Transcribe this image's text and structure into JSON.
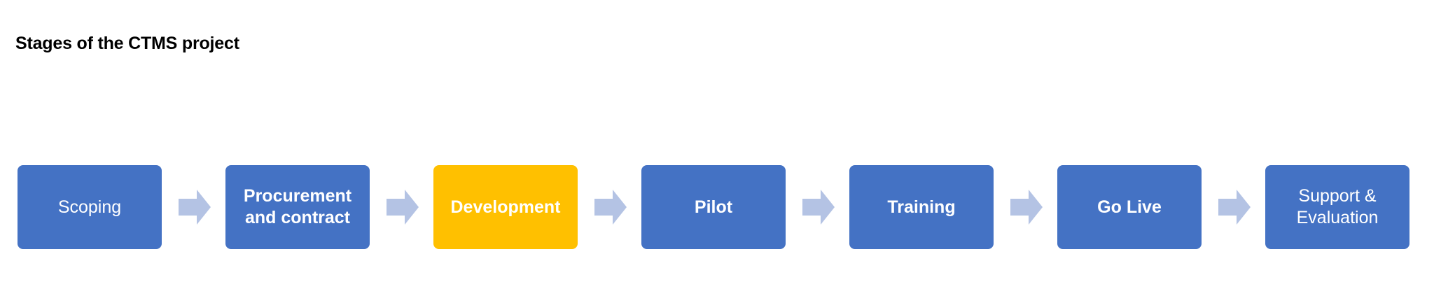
{
  "title": "Stages of the CTMS project",
  "colors": {
    "stage_default": "#4472C4",
    "stage_highlight": "#FFC000",
    "arrow": "#B4C3E4",
    "text": "#FFFFFF"
  },
  "stages": [
    {
      "label": "Scoping",
      "highlight": false,
      "bold": false
    },
    {
      "label": "Procurement\nand contract",
      "highlight": false,
      "bold": true
    },
    {
      "label": "Development",
      "highlight": true,
      "bold": true
    },
    {
      "label": "Pilot",
      "highlight": false,
      "bold": true
    },
    {
      "label": "Training",
      "highlight": false,
      "bold": true
    },
    {
      "label": "Go Live",
      "highlight": false,
      "bold": true
    },
    {
      "label": "Support &\nEvaluation",
      "highlight": false,
      "bold": false
    }
  ]
}
